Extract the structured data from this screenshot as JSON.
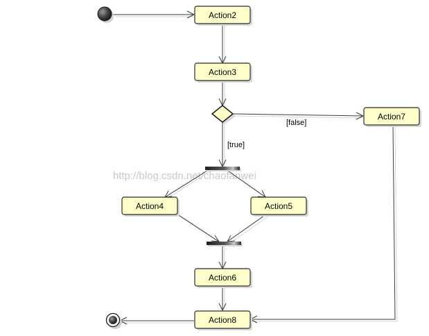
{
  "diagram": {
    "actions": {
      "action2": "Action2",
      "action3": "Action3",
      "action4": "Action4",
      "action5": "Action5",
      "action6": "Action6",
      "action7": "Action7",
      "action8": "Action8"
    },
    "guards": {
      "true_label": "[true]",
      "false_label": "[false]"
    },
    "watermark": "http://blog.csdn.net/chaofanwei"
  },
  "colors": {
    "node_fill": "#ffffcc",
    "node_stroke": "#2b2b2b",
    "edge": "#3a3a3a"
  }
}
